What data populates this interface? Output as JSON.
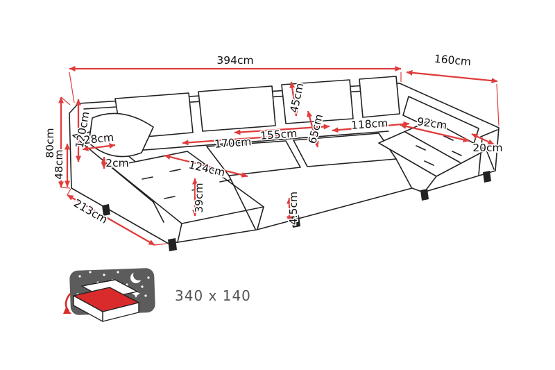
{
  "diagram": {
    "labels": {
      "total_width": "394cm",
      "right_depth": "160cm",
      "total_height": "80cm",
      "back_height": "120cm",
      "arm_height": "48cm",
      "arm_width": "28cm",
      "arm_top_thickness": "2cm",
      "left_depth": "213cm",
      "chaise_seat_length": "124cm",
      "seat_height": "39cm",
      "left_seat_width": "170cm",
      "middle_seat_width": "155cm",
      "seat_depth": "65cm",
      "back_cushion_height": "45cm",
      "right_seat_width": "118cm",
      "right_chaise_length": "92cm",
      "right_arm_width": "20cm",
      "leg_height": "4.5cm"
    },
    "sleeping_area": {
      "label": "340 x 140"
    },
    "colors": {
      "dimension": "#e03c3c",
      "outline": "#222222",
      "icon_bg": "#5c5c5c",
      "icon_mattress": "#d92b2b",
      "bed_text": "#555555"
    }
  }
}
